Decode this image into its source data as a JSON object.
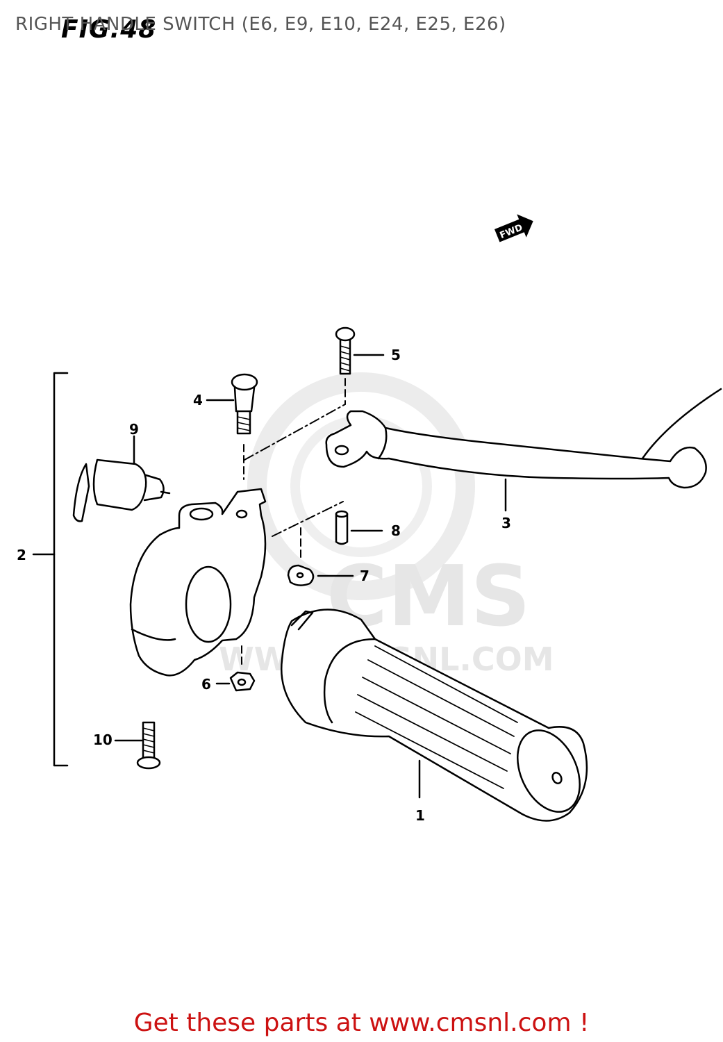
{
  "header": {
    "title": "RIGHT HANDLE SWITCH (E6, E9, E10, E24, E25, E26)",
    "figure_label": "FIG.48"
  },
  "diagram": {
    "direction_marker": "FWD",
    "watermark": {
      "brand": "CMS",
      "url": "WWW.CMSNL.COM"
    },
    "callouts": [
      "1",
      "2",
      "3",
      "4",
      "5",
      "6",
      "7",
      "8",
      "9",
      "10"
    ]
  },
  "footer": {
    "text": "Get these parts at www.cmsnl.com !",
    "color": "#cc1111"
  }
}
